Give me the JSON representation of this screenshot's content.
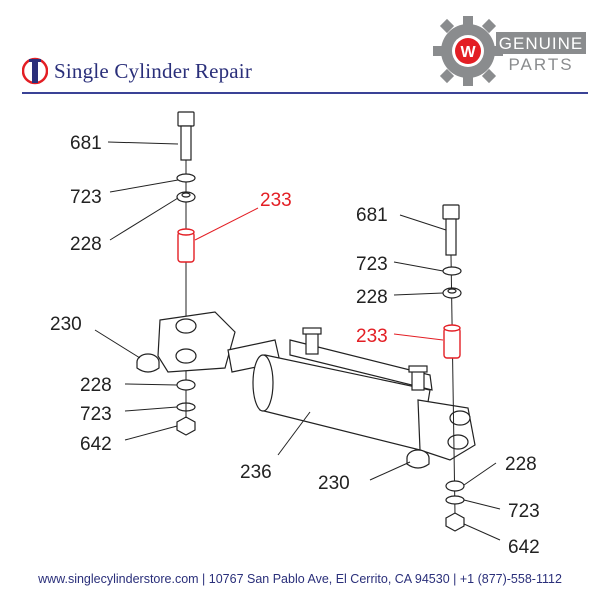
{
  "header": {
    "brand_name": "Single Cylinder Repair",
    "badge_line1": "GENUINE",
    "badge_line2": "PARTS",
    "badge_letter": "W"
  },
  "colors": {
    "brand_navy": "#2a2f7a",
    "highlight_red": "#e31e24",
    "badge_gray": "#8a8c8e",
    "line": "#222222"
  },
  "callouts": {
    "left_681": "681",
    "left_723_top": "723",
    "left_228_top": "228",
    "left_233": "233",
    "left_230": "230",
    "left_228_bottom": "228",
    "left_723_bottom": "723",
    "left_642": "642",
    "body_236": "236",
    "right_681": "681",
    "right_723_top": "723",
    "right_228_top": "228",
    "right_233": "233",
    "right_230": "230",
    "right_228_bottom": "228",
    "right_723_bottom": "723",
    "right_642": "642"
  },
  "footer": {
    "text": "www.singlecylinderstore.com  |  10767 San Pablo Ave, El Cerrito, CA 94530  |  +1 (877)-558-1112"
  }
}
